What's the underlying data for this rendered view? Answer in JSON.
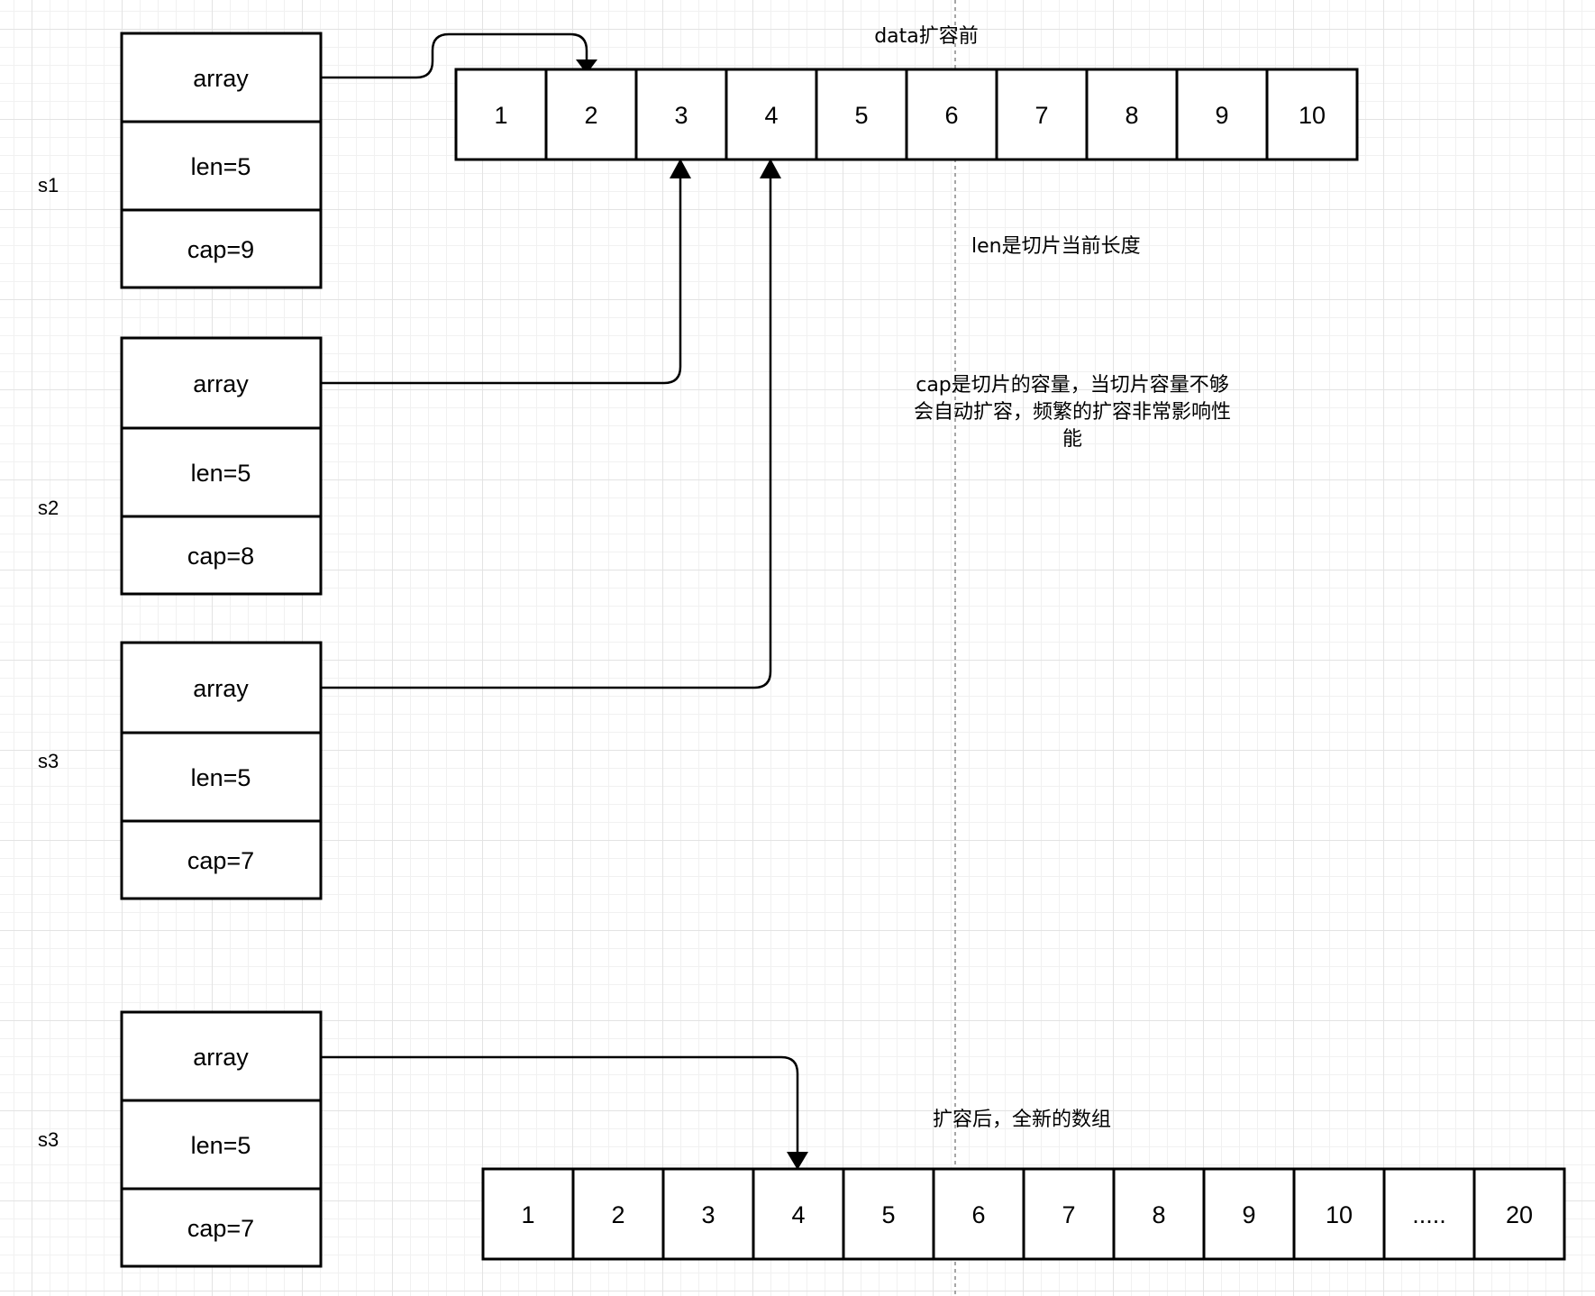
{
  "notes": {
    "before": "data扩容前",
    "len_desc": "len是切片当前长度",
    "cap_desc_lines": [
      "cap是切片的容量，当切片容量不够",
      "会自动扩容，频繁的扩容非常影响性",
      "能"
    ],
    "after": "扩容后，全新的数组"
  },
  "arrays": {
    "before": [
      "1",
      "2",
      "3",
      "4",
      "5",
      "6",
      "7",
      "8",
      "9",
      "10"
    ],
    "after": [
      "1",
      "2",
      "3",
      "4",
      "5",
      "6",
      "7",
      "8",
      "9",
      "10",
      ".....",
      "20"
    ]
  },
  "slices": [
    {
      "name": "s1",
      "fields": [
        "array",
        "len=5",
        "cap=9"
      ]
    },
    {
      "name": "s2",
      "fields": [
        "array",
        "len=5",
        "cap=8"
      ]
    },
    {
      "name": "s3",
      "fields": [
        "array",
        "len=5",
        "cap=7"
      ]
    },
    {
      "name": "s3",
      "fields": [
        "array",
        "len=5",
        "cap=7"
      ]
    }
  ]
}
